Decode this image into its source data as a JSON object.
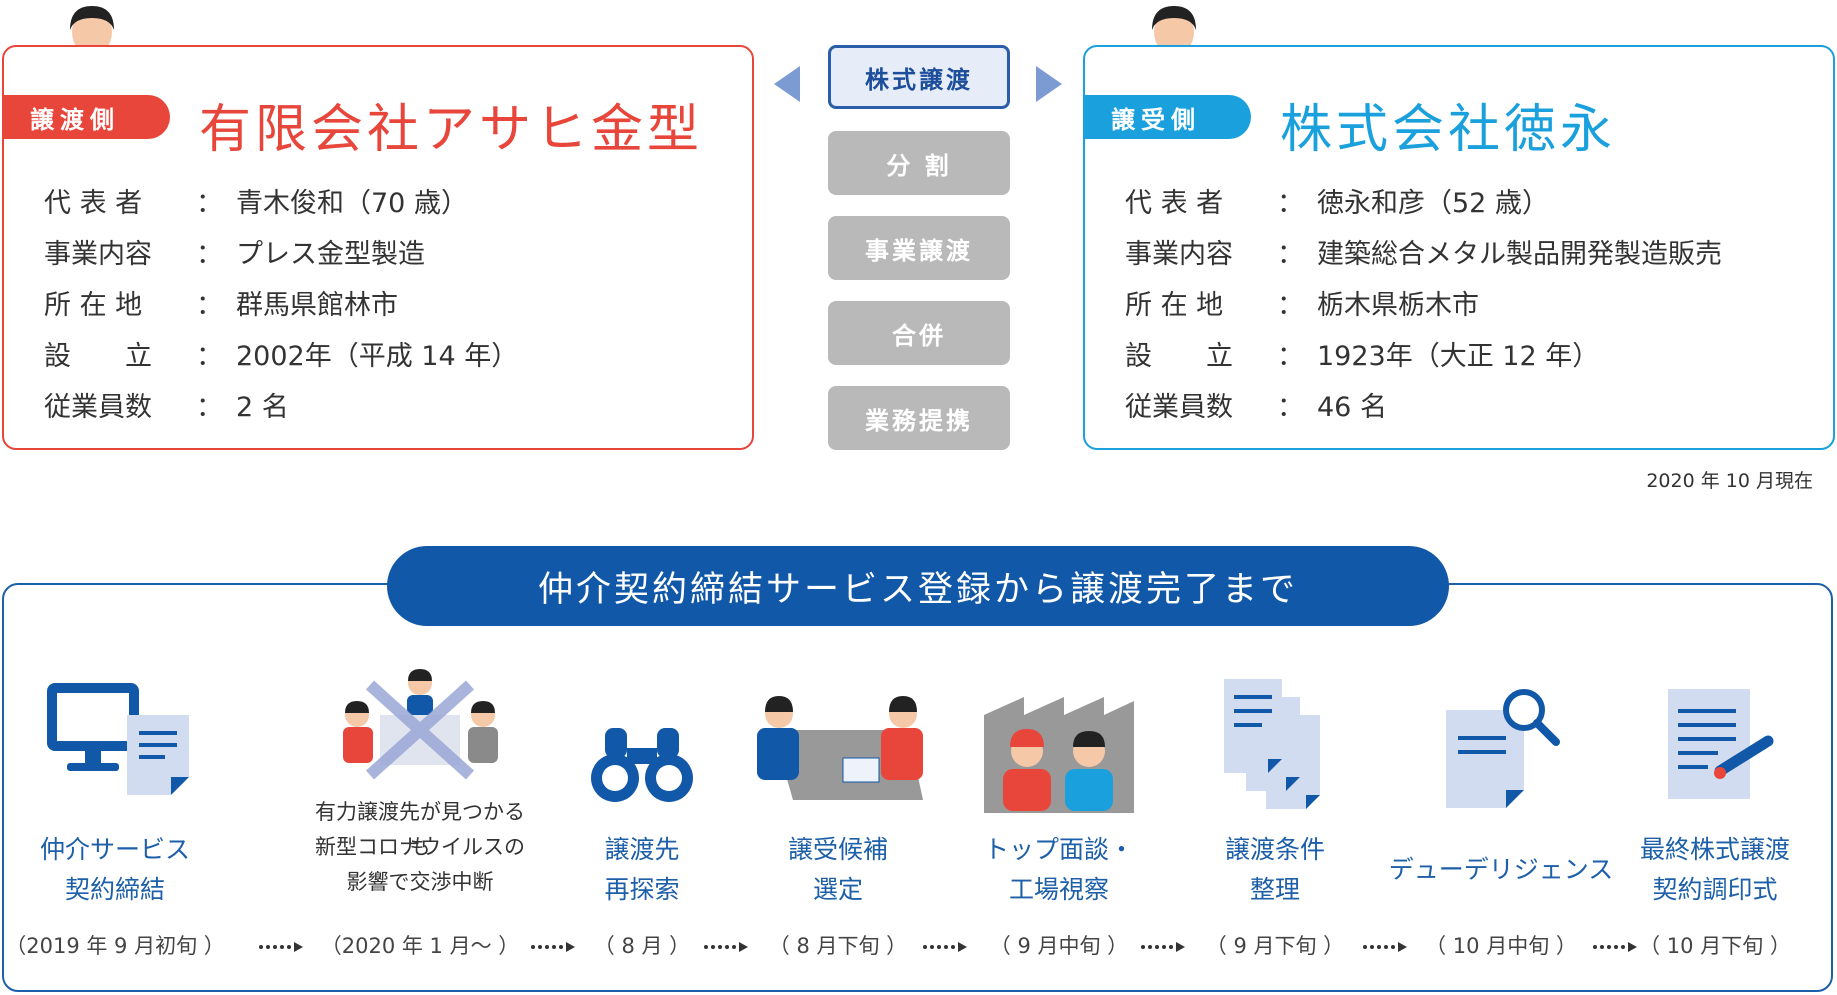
{
  "seller": {
    "tag": "譲渡側",
    "name": "有限会社アサヒ金型",
    "rows": [
      {
        "key": "代 表 者",
        "sep": "：",
        "value": "青木俊和（70 歳）"
      },
      {
        "key": "事業内容",
        "sep": "：",
        "value": "プレス金型製造"
      },
      {
        "key": "所 在 地",
        "sep": "：",
        "value": "群馬県館林市"
      },
      {
        "key": "設　　立",
        "sep": "：",
        "value": "2002年（平成 14 年）"
      },
      {
        "key": "従業員数",
        "sep": "：",
        "value": "2 名"
      }
    ]
  },
  "buyer": {
    "tag": "譲受側",
    "name": "株式会社徳永",
    "rows": [
      {
        "key": "代 表 者",
        "sep": "：",
        "value": "徳永和彦（52 歳）"
      },
      {
        "key": "事業内容",
        "sep": "：",
        "value": "建築総合メタル製品開発製造販売"
      },
      {
        "key": "所 在 地",
        "sep": "：",
        "value": "栃木県栃木市"
      },
      {
        "key": "設　　立",
        "sep": "：",
        "value": "1923年（大正 12 年）"
      },
      {
        "key": "従業員数",
        "sep": "：",
        "value": "46 名"
      }
    ]
  },
  "types": [
    "株式譲渡",
    "分 割",
    "事業譲渡",
    "合併",
    "業務提携"
  ],
  "as_of": "2020 年 10 月現在",
  "process": {
    "title": "仲介契約締結サービス登録から譲渡完了まで",
    "steps": [
      {
        "label1": "仲介サービス",
        "label2": "契約締結",
        "time": "（2019 年 9 月初旬 ）"
      },
      {
        "label1": "有力譲渡先が見つかるも",
        "label2": "新型コロナウイルスの",
        "label3": "影響で交渉中断",
        "time": "（2020 年 1 月〜 ）"
      },
      {
        "label1": "譲渡先",
        "label2": "再探索",
        "time": "（ 8 月 ）"
      },
      {
        "label1": "譲受候補",
        "label2": "選定",
        "time": "（ 8 月下旬 ）"
      },
      {
        "label1": "トップ面談・",
        "label2": "工場視察",
        "time": "（ 9 月中旬 ）"
      },
      {
        "label1": "譲渡条件",
        "label2": "整理",
        "time": "（ 9 月下旬 ）"
      },
      {
        "label1": "デューデリジェンス",
        "time": "（ 10 月中旬 ）"
      },
      {
        "label1": "最終株式譲渡",
        "label2": "契約調印式",
        "time": "（ 10 月下旬 ）"
      }
    ]
  },
  "colors": {
    "seller": "#e8463b",
    "buyer": "#1aa0dc",
    "process": "#1258a8",
    "icon": "#1d5fa8"
  }
}
